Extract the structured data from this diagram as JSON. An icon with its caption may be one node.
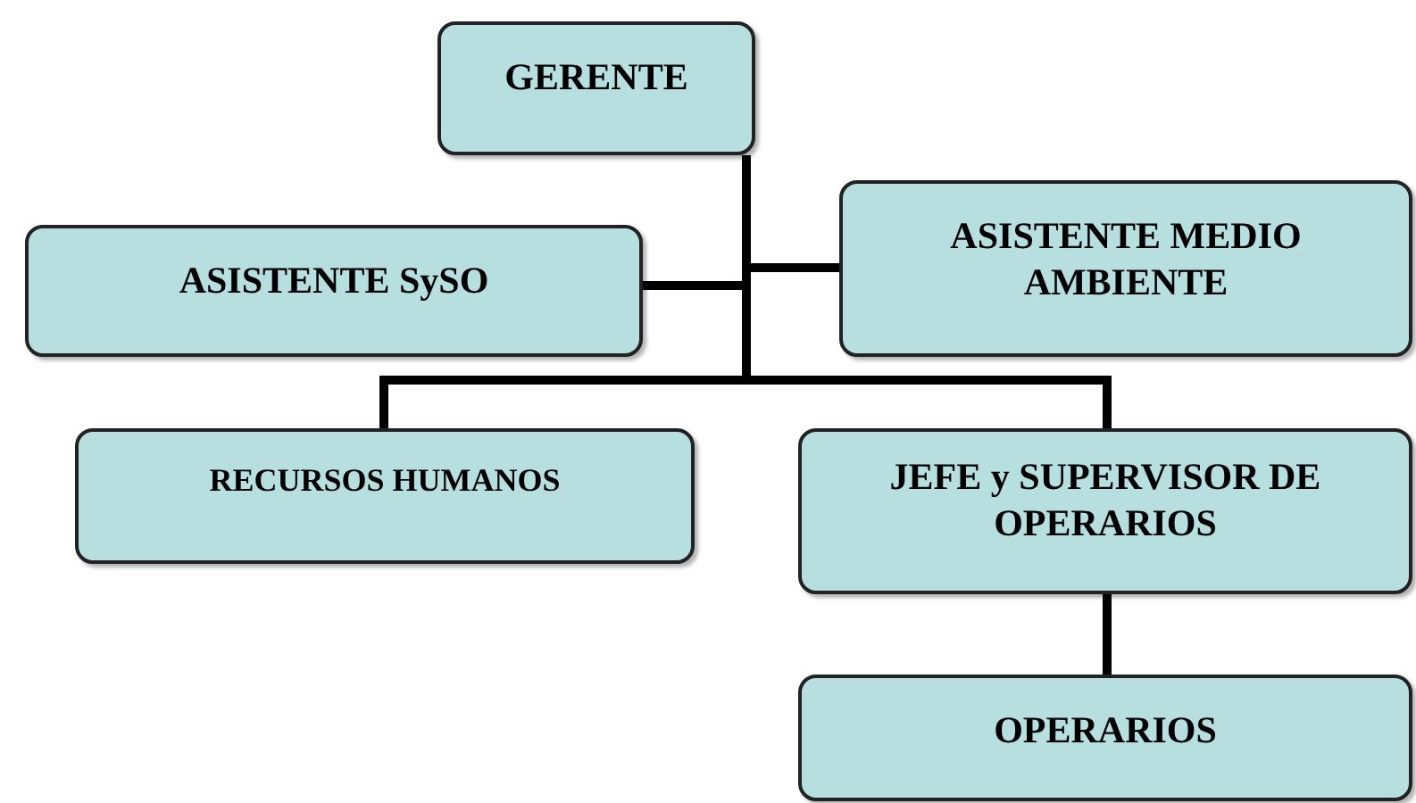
{
  "diagram": {
    "nodes": [
      {
        "text": [
          "GERENTE"
        ]
      },
      {
        "text": [
          "ASISTENTE SySO"
        ]
      },
      {
        "text": [
          "ASISTENTE MEDIO AMBIENTE"
        ]
      },
      {
        "text": [
          "RECURSOS HUMANOS"
        ]
      },
      {
        "text": [
          "JEFE y SUPERVISOR DE OPERARIOS"
        ]
      },
      {
        "text": [
          "OPERARIOS"
        ]
      }
    ],
    "edges": [
      {
        "from": 0,
        "to": 1,
        "arrow": "none"
      },
      {
        "from": 0,
        "to": 2,
        "arrow": "none"
      },
      {
        "from": 0,
        "to": 3,
        "arrow": "none"
      },
      {
        "from": 0,
        "to": 4,
        "arrow": "none"
      },
      {
        "from": 4,
        "to": 5,
        "arrow": "none"
      }
    ]
  }
}
